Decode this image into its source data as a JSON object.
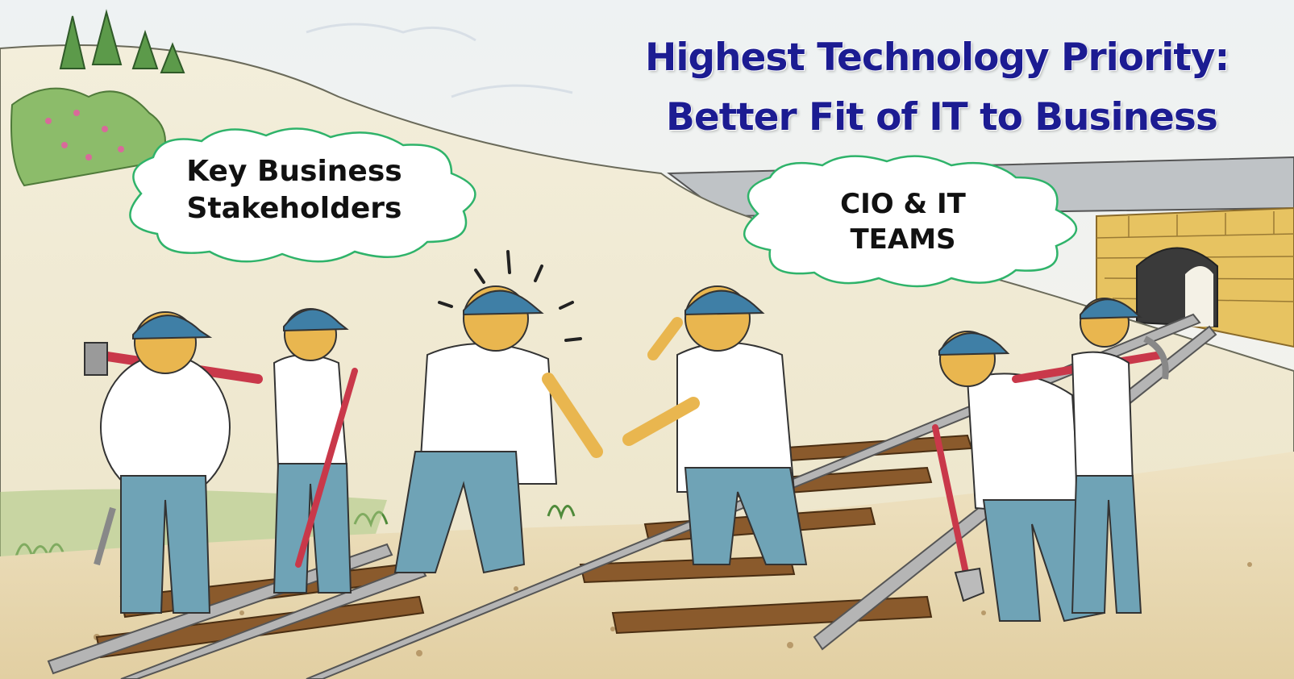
{
  "title": {
    "line1": "Highest Technology Priority:",
    "line2": "Better Fit of IT to Business"
  },
  "left_cloud": {
    "line1": "Key Business",
    "line2": "Stakeholders"
  },
  "right_cloud": {
    "line1": "CIO & IT",
    "line2": "TEAMS"
  },
  "colors": {
    "title": "#1c1c92",
    "cloud_outline": "#2fb36a",
    "overalls": "#6fa3b6",
    "cap": "#3f7fa6",
    "skin": "#e9b64f",
    "brick": "#e7c361",
    "rail": "#9c9c9c",
    "sleeper": "#8a5a2c"
  },
  "icons": [
    "tree-icon",
    "cloud-icon",
    "sledgehammer-icon",
    "shovel-icon",
    "pickaxe-icon",
    "wrench-icon"
  ]
}
